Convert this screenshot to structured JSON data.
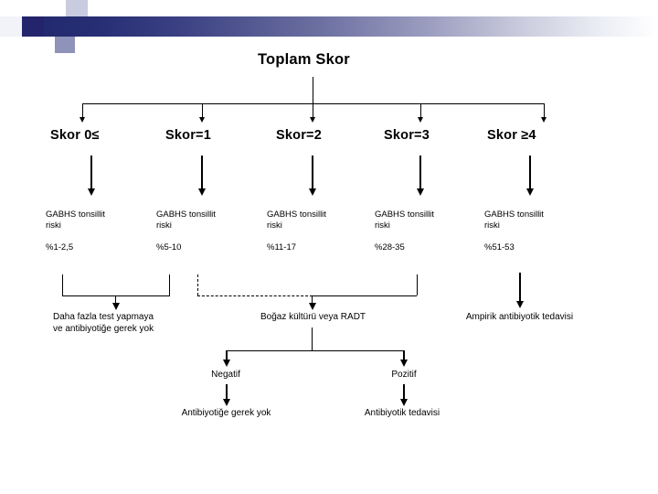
{
  "slide": {
    "title": "Toplam Skor",
    "accent_dark": "#232a6e",
    "accent_mid": "#8e91b6",
    "accent_light": "#c9cadc"
  },
  "columns": [
    {
      "score_label": "Skor 0≤",
      "risk_text": "GABHS tonsillit\nriski",
      "percent": "%1-2,5"
    },
    {
      "score_label": "Skor=1",
      "risk_text": "GABHS tonsillit\nriski",
      "percent": "%5-10"
    },
    {
      "score_label": "Skor=2",
      "risk_text": "GABHS tonsillit\nriski",
      "percent": "%11-17"
    },
    {
      "score_label": "Skor=3",
      "risk_text": "GABHS tonsillit\nriski",
      "percent": "%28-35"
    },
    {
      "score_label": "Skor ≥4",
      "risk_text": "GABHS tonsillit\nriski",
      "percent": "%51-53"
    }
  ],
  "outcomes": {
    "no_test": "Daha fazla test yapmaya\nve antibiyotiğe gerek yok",
    "culture": "Boğaz kültürü veya RADT",
    "empiric": "Ampirik antibiyotik tedavisi"
  },
  "culture_results": {
    "negative_label": "Negatif",
    "positive_label": "Pozitif",
    "negative_action": "Antibiyotiğe gerek yok",
    "positive_action": "Antibiyotik tedavisi"
  }
}
